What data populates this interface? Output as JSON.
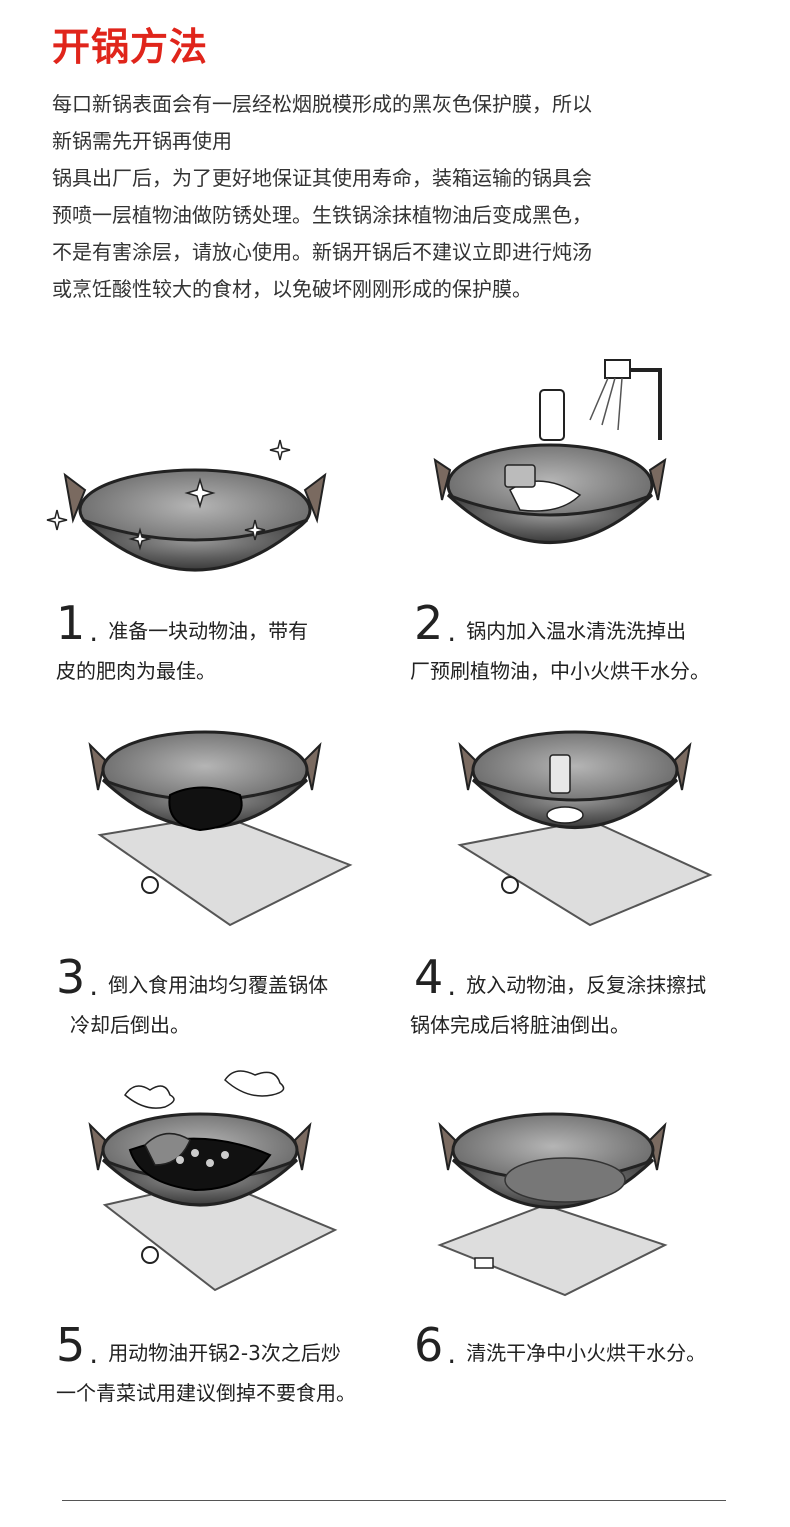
{
  "title": "开锅方法",
  "intro": [
    "每口新锅表面会有一层经松烟脱模形成的黑灰色保护膜，所以",
    "新锅需先开锅再使用",
    "锅具出厂后，为了更好地保证其使用寿命，装箱运输的锅具会",
    "预喷一层植物油做防锈处理。生铁锅涂抹植物油后变成黑色，",
    "不是有害涂层，请放心使用。新锅开锅后不建议立即进行炖汤",
    "或烹饪酸性较大的食材，以免破坏刚刚形成的保护膜。"
  ],
  "steps": [
    {
      "num": "1",
      "dot": ".",
      "line1": "准备一块动物油，带有",
      "line2": "皮的肥肉为最佳。"
    },
    {
      "num": "2",
      "dot": ".",
      "line1": "锅内加入温水清洗洗掉出",
      "line2": "厂预刷植物油，中小火烘干水分。"
    },
    {
      "num": "3",
      "dot": ".",
      "line1": "倒入食用油均匀覆盖锅体",
      "line2": "冷却后倒出。"
    },
    {
      "num": "4",
      "dot": ".",
      "line1": "放入动物油，反复涂抹擦拭",
      "line2": "锅体完成后将脏油倒出。"
    },
    {
      "num": "5",
      "dot": ".",
      "line1": "用动物油开锅2-3次之后炒",
      "line2": "一个青菜试用建议倒掉不要食用。"
    },
    {
      "num": "6",
      "dot": ".",
      "line1": "清洗干净中小火烘干水分。",
      "line2": ""
    }
  ],
  "colors": {
    "accent": "#e0251b",
    "wok": "#555555",
    "handle": "#7a6a60"
  }
}
